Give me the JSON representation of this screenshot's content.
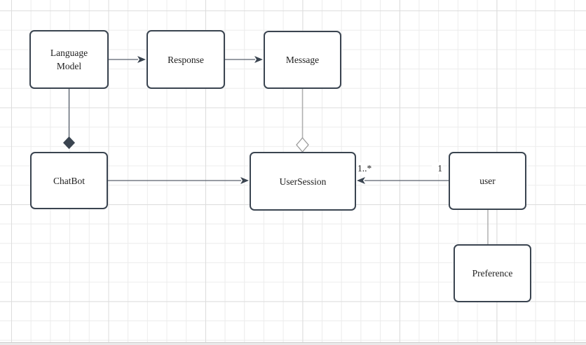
{
  "diagram": {
    "type": "uml-class-diagram",
    "nodes": [
      {
        "id": "languageModel",
        "label": "Language Model"
      },
      {
        "id": "response",
        "label": "Response"
      },
      {
        "id": "message",
        "label": "Message"
      },
      {
        "id": "chatBot",
        "label": "ChatBot"
      },
      {
        "id": "userSession",
        "label": "UserSession"
      },
      {
        "id": "user",
        "label": "user"
      },
      {
        "id": "preference",
        "label": "Preference"
      }
    ],
    "edges": [
      {
        "source": "Language Model",
        "target": "Response",
        "type": "directed-arrow"
      },
      {
        "source": "Response",
        "target": "Message",
        "type": "directed-arrow"
      },
      {
        "source": "Language Model",
        "target": "ChatBot",
        "type": "composition-filled-diamond"
      },
      {
        "source": "ChatBot",
        "target": "UserSession",
        "type": "directed-arrow"
      },
      {
        "source": "Message",
        "target": "UserSession",
        "type": "aggregation-hollow-diamond"
      },
      {
        "source": "user",
        "target": "UserSession",
        "type": "directed-arrow",
        "source_multiplicity": "1",
        "target_multiplicity": "1..*"
      },
      {
        "source": "user",
        "target": "Preference",
        "type": "association-line"
      }
    ],
    "colors": {
      "node_fill": "#ffffff",
      "node_border": "#3a4450",
      "connector": "#5a626e",
      "connector_light": "#b0b0b0",
      "text": "#202020",
      "grid_minor": "#ececec",
      "grid_major": "#dddddd",
      "canvas_bg": "#ffffff"
    }
  }
}
